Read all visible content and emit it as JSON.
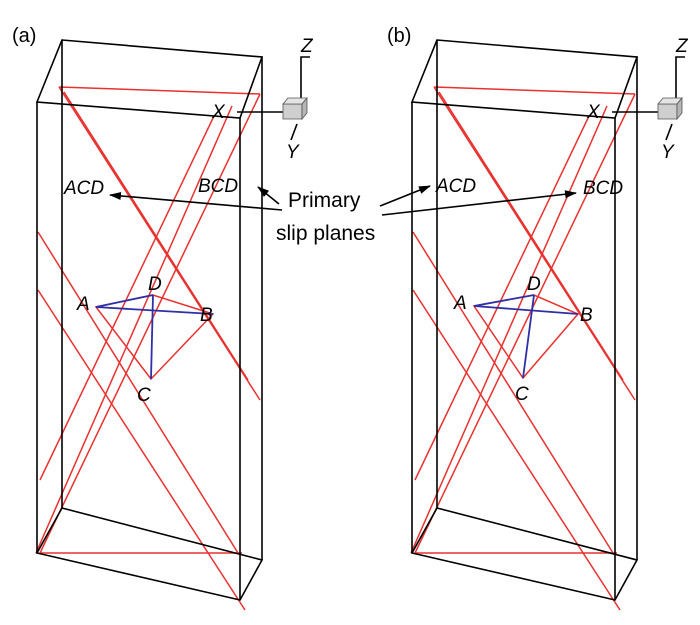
{
  "panels": [
    {
      "id": "a",
      "label": "(a)",
      "axes": {
        "z": "Z",
        "x": "X",
        "y": "Y"
      },
      "planes": {
        "acd": "ACD",
        "bcd": "BCD"
      },
      "vertices": {
        "a": "A",
        "b": "B",
        "c": "C",
        "d": "D"
      }
    },
    {
      "id": "b",
      "label": "(b)",
      "axes": {
        "z": "Z",
        "x": "X",
        "y": "Y"
      },
      "planes": {
        "acd": "ACD",
        "bcd": "BCD"
      },
      "vertices": {
        "a": "A",
        "b": "B",
        "c": "C",
        "d": "D"
      }
    }
  ],
  "annotation": {
    "line1": "Primary",
    "line2": "slip planes"
  },
  "colors": {
    "frame": "#000000",
    "slip_plane": "#e8322f",
    "tetrahedron": "#2f2fa6",
    "axis_cube": "#cfcfcf"
  }
}
